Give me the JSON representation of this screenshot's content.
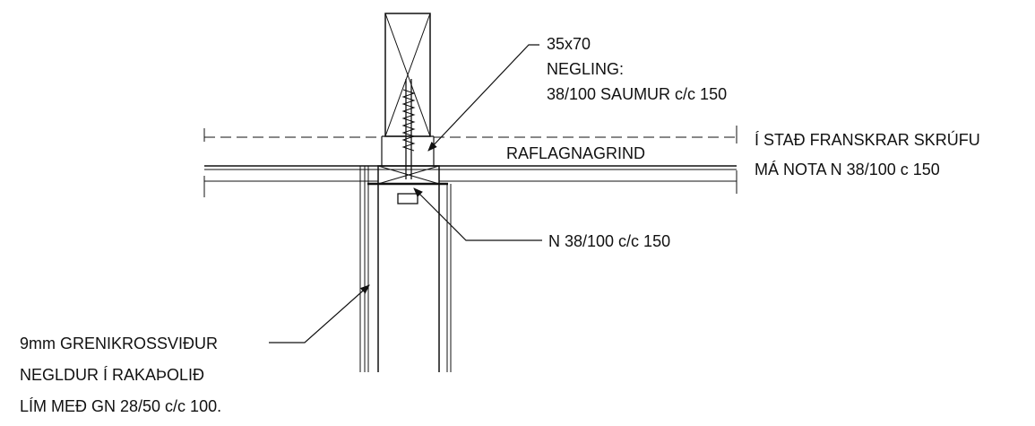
{
  "labels": {
    "stud": "35x70",
    "nailing_title": "NEGLING:",
    "nailing_spec": "38/100 SAUMUR c/c 150",
    "service_frame": "RAFLAGNAGRIND",
    "alt_line1": "Í STAÐ FRANSKRAR SKRÚFU",
    "alt_line2": "MÁ NOTA N 38/100 c 150",
    "nail_spec": "N 38/100 c/c 150",
    "plywood_line1": "9mm GRENIKROSSVIÐUR",
    "plywood_line2": "NEGLDUR Í RAKAÞOLIÐ",
    "plywood_line3": "LÍM MEÐ GN 28/50 c/c 100."
  }
}
